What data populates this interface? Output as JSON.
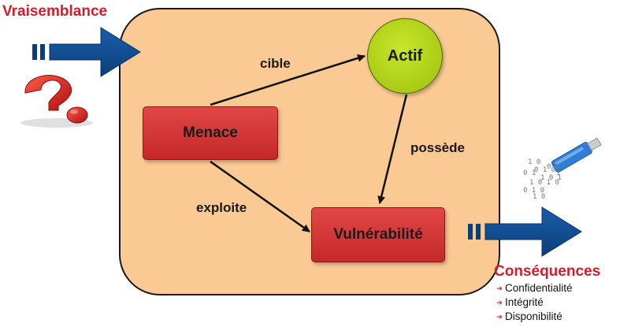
{
  "left_label": "Vraisemblance",
  "nodes": {
    "menace": "Menace",
    "actif": "Actif",
    "vulnerabilite": "Vulnérabilité"
  },
  "edges": {
    "cible": "cible",
    "possede": "possède",
    "exploite": "exploite"
  },
  "consequences": {
    "title": "Conséquences",
    "items": [
      "Confidentialité",
      "Intégrité",
      "Disponibilité"
    ]
  },
  "icons": {
    "question": "question-mark-icon",
    "usb": "usb-key-icon"
  },
  "colors": {
    "box_fill": "#fbc993",
    "node_red": "#d33a3a",
    "node_green": "#b4d41d",
    "label_red": "#cf1f2e",
    "arrow_blue": "#0b3f7c"
  }
}
